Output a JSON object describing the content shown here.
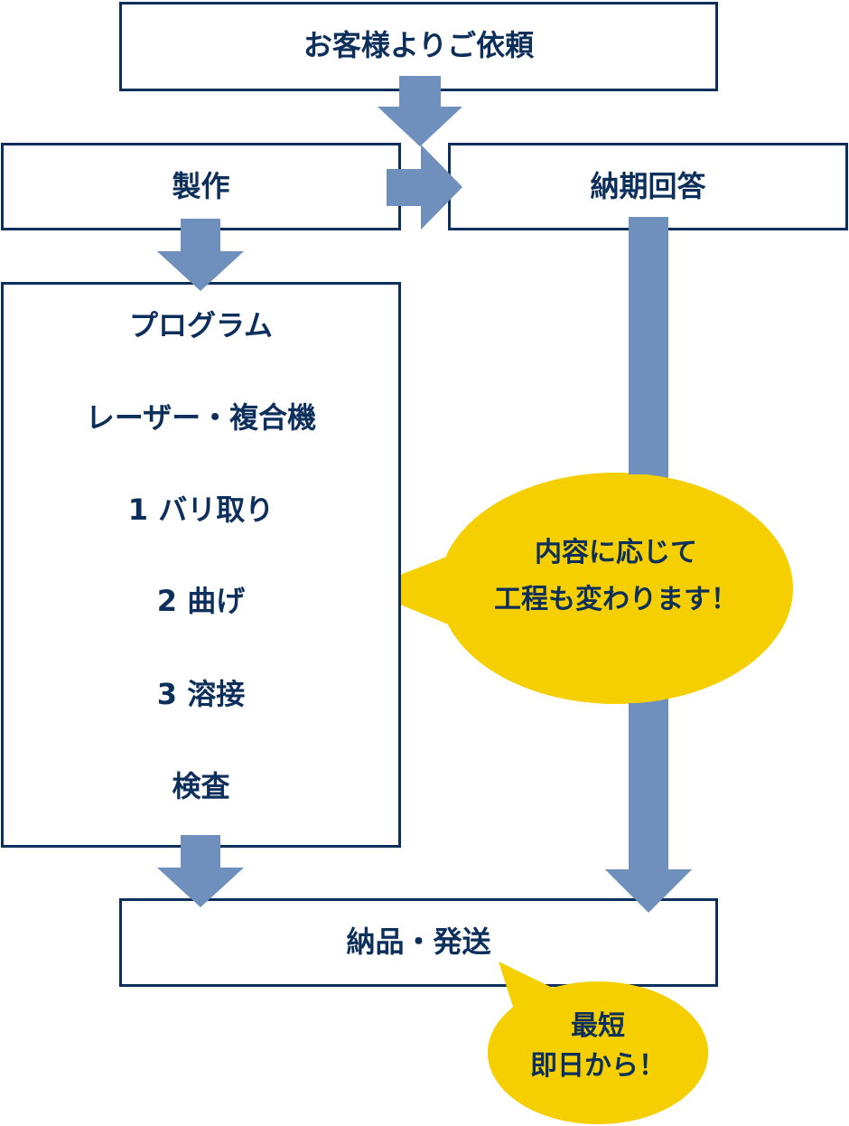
{
  "flow": {
    "request": "お客様よりご依頼",
    "production": "製作",
    "delivery_reply": "納期回答",
    "steps": [
      "プログラム",
      "レーザー・複合機",
      "1 バリ取り",
      "2 曲げ",
      "3 溶接",
      "検査"
    ],
    "ship": "納品・発送"
  },
  "notes": {
    "process_line1": "内容に応じて",
    "process_line2": "工程も変わります！",
    "fast_line1": "最短",
    "fast_line2": "即日から！"
  },
  "colors": {
    "navy": "#0d2f5c",
    "arrow": "#6f8fbd",
    "bubble": "#f5cf00"
  }
}
